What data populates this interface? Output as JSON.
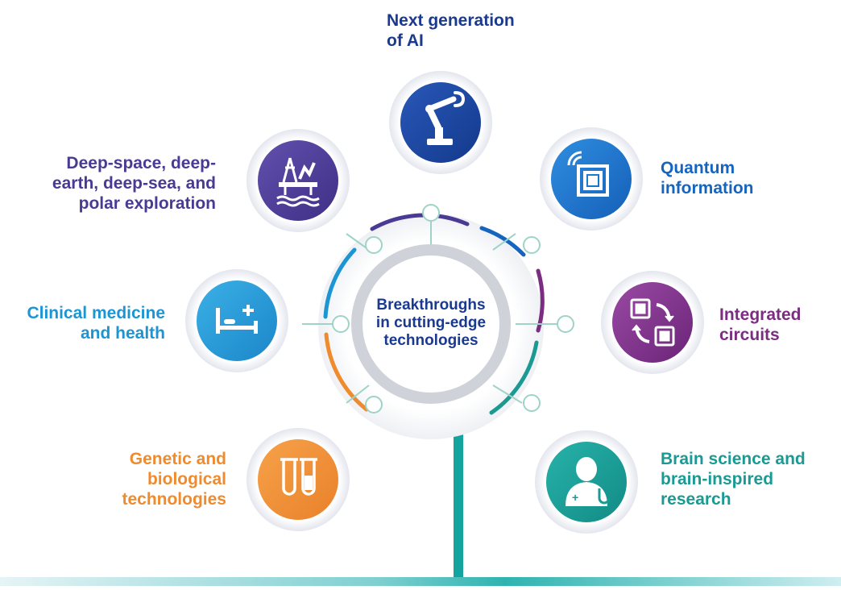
{
  "center": {
    "label": "Breakthroughs\nin cutting-edge\ntechnologies",
    "color": "#1a3a8f"
  },
  "items": [
    {
      "id": "ai",
      "label": "Next generation\nof AI",
      "color": "#1a3a8f",
      "icon": "robot-arm-icon"
    },
    {
      "id": "quantum",
      "label": "Quantum\ninformation",
      "color": "#1565c0",
      "icon": "quantum-chip-icon"
    },
    {
      "id": "circuits",
      "label": "Integrated\ncircuits",
      "color": "#7b2d82",
      "icon": "chip-exchange-icon"
    },
    {
      "id": "brain",
      "label": "Brain science and\nbrain-inspired\nresearch",
      "color": "#1a9a93",
      "icon": "doctor-icon"
    },
    {
      "id": "genetic",
      "label": "Genetic and\nbiological\ntechnologies",
      "color": "#ef8b2d",
      "icon": "test-tubes-icon"
    },
    {
      "id": "clinical",
      "label": "Clinical medicine\nand health",
      "color": "#1d95d2",
      "icon": "hospital-bed-icon"
    },
    {
      "id": "deep",
      "label": "Deep-space, deep-\nearth, deep-sea, and\npolar exploration",
      "color": "#4a3a93",
      "icon": "oil-platform-icon"
    }
  ],
  "colors": {
    "trunk": "#14a4a0",
    "ring_node": "#9fd3c7"
  }
}
